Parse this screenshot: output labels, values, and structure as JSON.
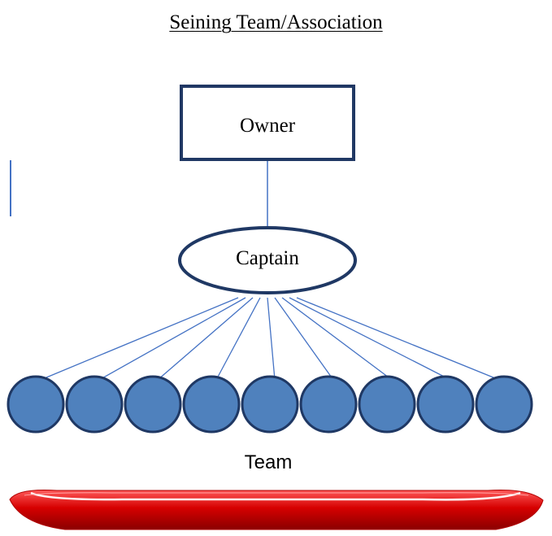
{
  "title": "Seining Team/Association",
  "owner": {
    "label": "Owner"
  },
  "captain": {
    "label": "Captain"
  },
  "team": {
    "label": "Team",
    "member_count": 9
  },
  "colors": {
    "box_stroke": "#203864",
    "ellipse_stroke": "#1F3864",
    "connector": "#4472C4",
    "member_fill": "#4F81BD",
    "member_stroke": "#1F3864",
    "boat_red": "#D00000",
    "boat_highlight": "#FFFFFF",
    "text": "#000000"
  }
}
